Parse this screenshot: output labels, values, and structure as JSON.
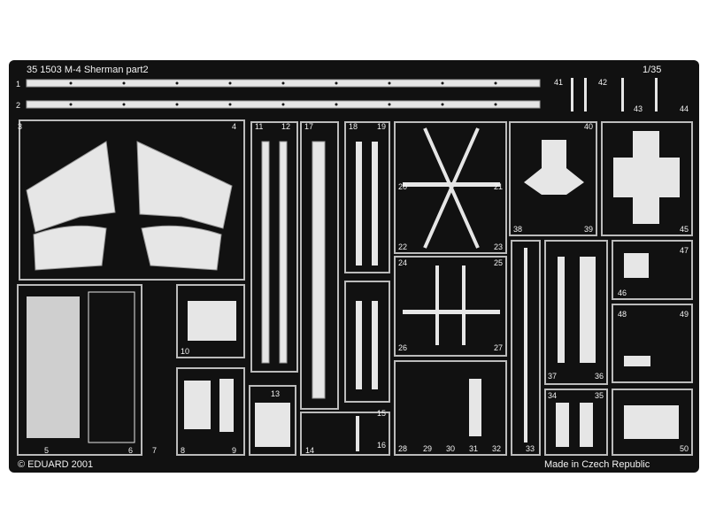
{
  "header": {
    "catalog_title": "35 1503 M-4 Sherman part2",
    "scale": "1/35",
    "copyright": "© EDUARD 2001",
    "origin": "Made in Czech Republic"
  },
  "part_numbers": [
    "1",
    "2",
    "3",
    "4",
    "5",
    "6",
    "7",
    "8",
    "9",
    "10",
    "11",
    "12",
    "13",
    "14",
    "15",
    "16",
    "17",
    "18",
    "19",
    "20",
    "21",
    "22",
    "23",
    "24",
    "25",
    "26",
    "27",
    "28",
    "29",
    "30",
    "31",
    "32",
    "33",
    "34",
    "35",
    "36",
    "37",
    "38",
    "39",
    "40",
    "41",
    "42",
    "43",
    "44",
    "45",
    "46",
    "47",
    "48",
    "49",
    "50"
  ],
  "colors": {
    "fret": "#111111",
    "metal": "#e6e6e6",
    "metal_edge": "#9a9a9a",
    "text": "#f2f2f2"
  }
}
